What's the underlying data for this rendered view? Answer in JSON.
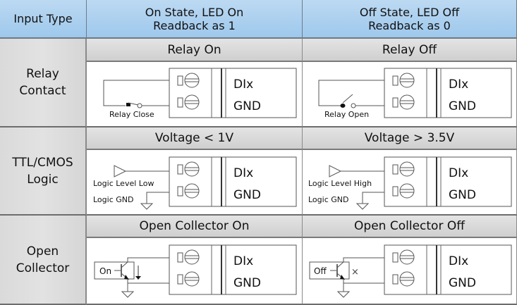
{
  "header": {
    "col1": "Input Type",
    "col2_line1": "On State, LED On",
    "col2_line2": "Readback as 1",
    "col3_line1": "Off State, LED Off",
    "col3_line2": "Readback as 0"
  },
  "rows": [
    {
      "label_line1": "Relay",
      "label_line2": "Contact",
      "on": {
        "title": "Relay On",
        "caption": "Relay Close",
        "pin1": "DIx",
        "pin2": "GND"
      },
      "off": {
        "title": "Relay Off",
        "caption": "Relay Open",
        "pin1": "DIx",
        "pin2": "GND"
      }
    },
    {
      "label_line1": "TTL/CMOS",
      "label_line2": "Logic",
      "on": {
        "title": "Voltage < 1V",
        "caption": "Logic Level Low",
        "caption2": "Logic GND",
        "pin1": "DIx",
        "pin2": "GND"
      },
      "off": {
        "title": "Voltage > 3.5V",
        "caption": "Logic Level High",
        "caption2": "Logic GND",
        "pin1": "DIx",
        "pin2": "GND"
      }
    },
    {
      "label_line1": "Open",
      "label_line2": "Collector",
      "on": {
        "title": "Open Collector On",
        "caption": "On",
        "pin1": "DIx",
        "pin2": "GND"
      },
      "off": {
        "title": "Open Collector Off",
        "caption": "Off",
        "mark": "×",
        "pin1": "DIx",
        "pin2": "GND"
      }
    }
  ]
}
